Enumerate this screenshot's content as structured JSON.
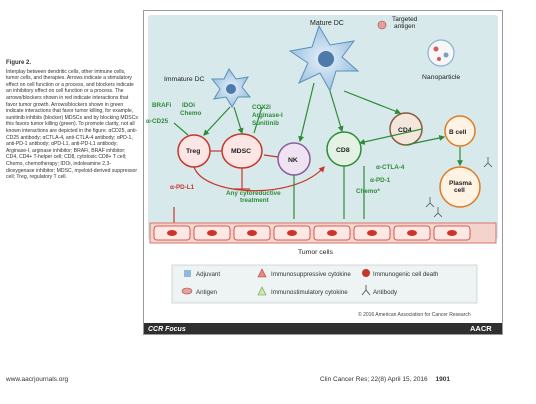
{
  "caption": {
    "figure_label": "Figure 2.",
    "text": "Interplay between dendritic cells, other immune cells, tumor cells, and therapies. Arrows indicate a stimulatory effect on cell function or a process, and blockers indicate an inhibitory effect on cell function or a process. The arrows/blockers shown in red indicate interactions that favor tumor growth. Arrows/blockers shown in green indicate interactions that favor tumor killing, for example, sunitinib inhibits (blocker) MDSCs and by blocking MDSCs this favors tumor killing (green). To promote clarity, not all known interactions are depicted in the figure. αCD25, anti-CD25 antibody; αCTLA-4, anti-CTLA-4 antibody; αPD-1, anti-PD-1 antibody; αPD-L1, anti-PD-L1 antibody; Arginase-I, arginase inhibitor; BRAFi, BRAF inhibitor; CD4, CD4+ T-helper cell; CD8, cytotoxic CD8+ T cell; Chemo, chemotherapy; IDOi, indoleamine 2,3-dioxygenase inhibitor; MDSC, myeloid-derived suppressor cell; Treg, regulatory T cell."
  },
  "figure": {
    "mature_dc": "Mature DC",
    "targeted_antigen": "Targeted\nantigen",
    "immature_dc": "Immature DC",
    "nanoparticle": "Nanoparticle",
    "braf_idoi_chemo": [
      "BRAFi",
      "IDOi",
      "Chemo"
    ],
    "cox2i_arginase": [
      "COX2i",
      "Arginase-I",
      "Sunitinib"
    ],
    "a_cd25": "α-CD25",
    "treg": "Treg",
    "mdsc": "MDSC",
    "nk": "NK",
    "cd8": "CD8",
    "cd4": "CD4",
    "b_cell": "B cell",
    "plasma_cell": "Plasma\ncell",
    "a_ctla4": "α-CTLA-4",
    "a_pd1": "α-PD-1",
    "chemo_star": "Chemo*",
    "a_pdl1": "α-PD-L1",
    "cytoreductive": "Any cytoreductive\ntreatment",
    "tumor_cells": "Tumor cells",
    "legend": {
      "adjuvant": "Adjuvant",
      "immunosuppressive": "Immunosuppressive cytokine",
      "immunogenic_death": "Immunogenic cell death",
      "antigen": "Antigen",
      "immunostimulatory": "Immunostimulatory cytokine",
      "antibody": "Antibody"
    },
    "copyright": "© 2016 American Association for Cancer Research",
    "ccr_focus": "CCR Focus",
    "aacr": "AACR"
  },
  "footer": {
    "website": "www.aacrjournals.org",
    "citation": "Clin Cancer Res; 22(8) April 15, 2016",
    "page_number": "1901"
  },
  "colors": {
    "panel_bg": "#d7e9ea",
    "red": "#c8362b",
    "green": "#2e8b3a",
    "dc_blue": "#8fb9dc",
    "tumor": "#f4d3cc"
  }
}
